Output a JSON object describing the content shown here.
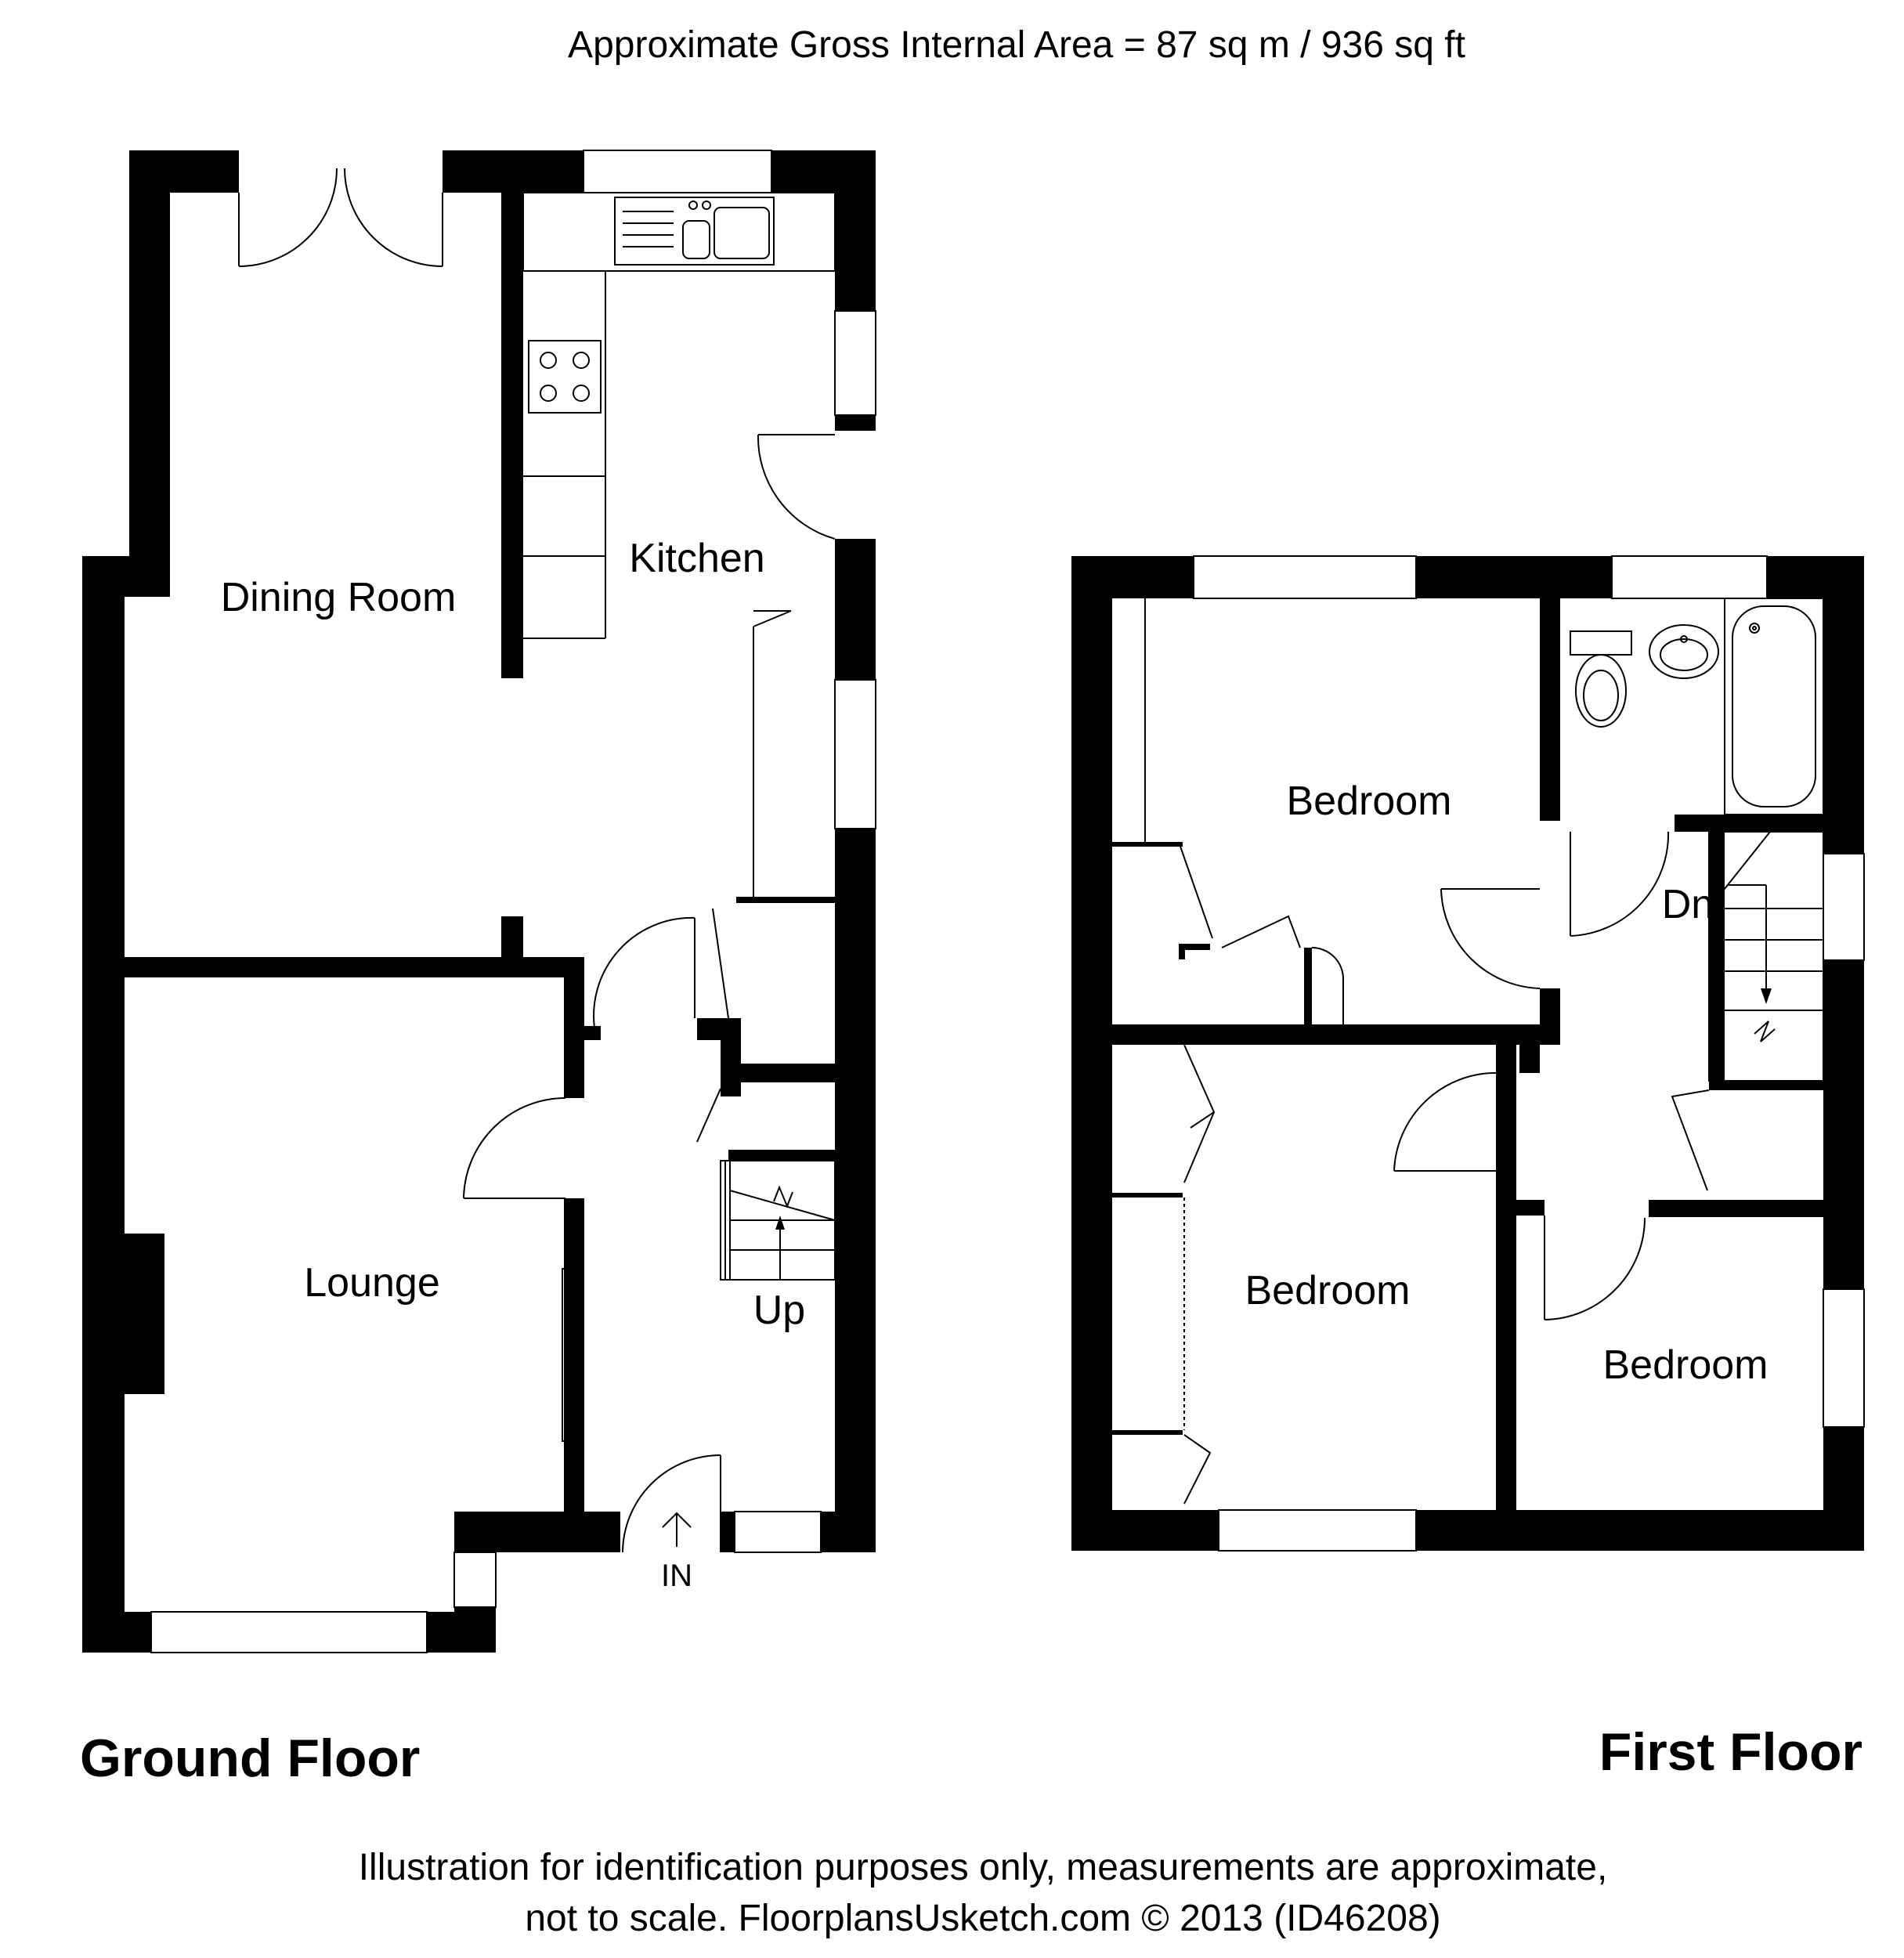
{
  "header": {
    "area_text": "Approximate Gross Internal Area = 87 sq m / 936 sq ft"
  },
  "ground_floor": {
    "title": "Ground Floor",
    "rooms": {
      "dining_room": "Dining Room",
      "kitchen": "Kitchen",
      "lounge": "Lounge"
    },
    "stairs_label": "Up",
    "entrance_label": "IN"
  },
  "first_floor": {
    "title": "First Floor",
    "rooms": {
      "bedroom_1": "Bedroom",
      "bedroom_2": "Bedroom",
      "bedroom_3": "Bedroom"
    },
    "stairs_label": "Dn"
  },
  "footer": {
    "line1": "Illustration for identification purposes only, measurements are approximate,",
    "line2": "not to scale. FloorplansUsketch.com © 2013 (ID46208)"
  },
  "colors": {
    "wall": "#000000",
    "background": "#ffffff"
  }
}
